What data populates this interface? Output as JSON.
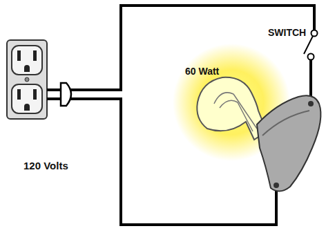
{
  "diagram": {
    "labels": [
      "SWITCH",
      "60 Watt",
      "120 Volts"
    ]
  }
}
